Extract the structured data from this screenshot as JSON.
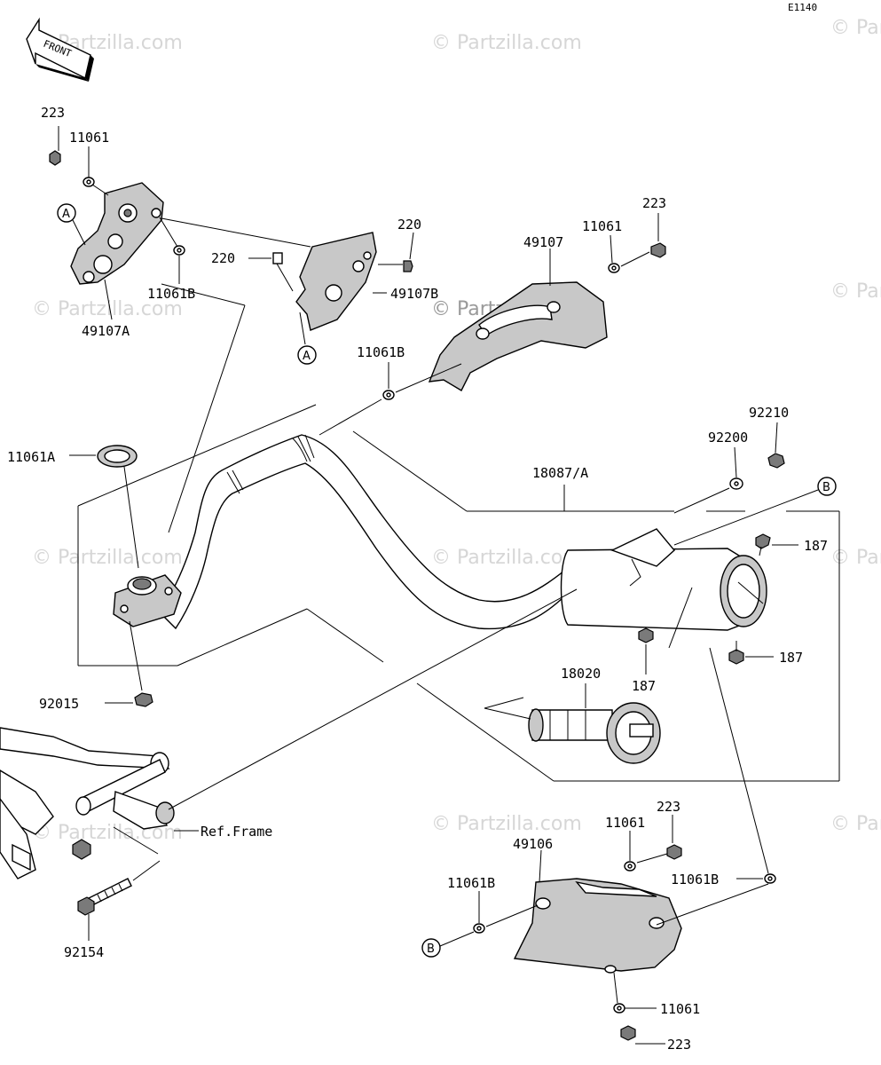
{
  "diagram_code": "E1140",
  "front_label": "FRONT",
  "watermark": "© Partzilla.com",
  "callouts": {
    "A": "A",
    "B": "B"
  },
  "parts": {
    "p223_a": "223",
    "p11061_a": "11061",
    "p49107A": "49107A",
    "p11061B_a": "11061B",
    "p220_a": "220",
    "p220_b": "220",
    "p49107B": "49107B",
    "p49107": "49107",
    "p11061_b": "11061",
    "p223_b": "223",
    "p11061B_b": "11061B",
    "p11061A": "11061A",
    "p92210": "92210",
    "p92200": "92200",
    "p18087A": "18087/A",
    "p187_a": "187",
    "p187_b": "187",
    "p187_c": "187",
    "p18020": "18020",
    "p92015": "92015",
    "ref_frame": "Ref.Frame",
    "p92154": "92154",
    "p223_c": "223",
    "p11061_c": "11061",
    "p49106": "49106",
    "p11061B_c": "11061B",
    "p11061B_d": "11061B",
    "p11061_d": "11061",
    "p223_d": "223"
  }
}
